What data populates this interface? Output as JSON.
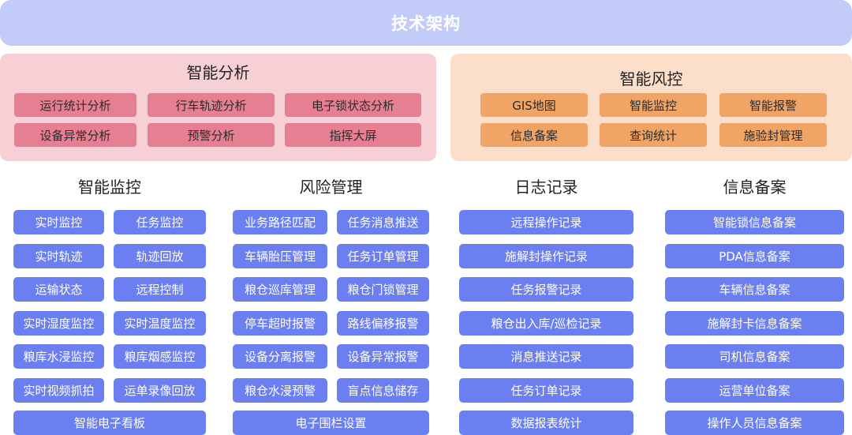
{
  "header": {
    "title": "技术架构"
  },
  "colors": {
    "banner": "#c3ccf8",
    "pink_panel": "#f7d0d5",
    "pink_chip": "#e67f92",
    "orange_panel": "#fbdfcb",
    "orange_chip": "#f0a466",
    "blue_chip": "#6b7ff0"
  },
  "analysis": {
    "title": "智能分析",
    "items": [
      "运行统计分析",
      "行车轨迹分析",
      "电子锁状态分析",
      "设备异常分析",
      "预警分析",
      "指挥大屏"
    ]
  },
  "risk_control": {
    "title": "智能风控",
    "items": [
      "GIS地图",
      "智能监控",
      "智能报警",
      "信息备案",
      "查询统计",
      "施验封管理"
    ]
  },
  "monitoring": {
    "title": "智能监控",
    "items": [
      "实时监控",
      "任务监控",
      "实时轨迹",
      "轨迹回放",
      "运输状态",
      "远程控制",
      "实时湿度监控",
      "实时温度监控",
      "粮库水浸监控",
      "粮库烟感监控",
      "实时视频抓拍",
      "运单录像回放"
    ],
    "wide": "智能电子看板"
  },
  "risk_management": {
    "title": "风险管理",
    "items": [
      "业务路径匹配",
      "任务消息推送",
      "车辆胎压管理",
      "任务订单管理",
      "粮仓巡库管理",
      "粮仓门锁管理",
      "停车超时报警",
      "路线偏移报警",
      "设备分离报警",
      "设备异常报警",
      "粮仓水浸预警",
      "盲点信息储存"
    ],
    "wide": "电子围栏设置"
  },
  "logs": {
    "title": "日志记录",
    "items": [
      "远程操作记录",
      "施解封操作记录",
      "任务报警记录",
      "粮仓出入库/巡检记录",
      "消息推送记录",
      "任务订单记录",
      "数据报表统计"
    ]
  },
  "records": {
    "title": "信息备案",
    "items": [
      "智能锁信息备案",
      "PDA信息备案",
      "车辆信息备案",
      "施解封卡信息备案",
      "司机信息备案",
      "运营单位备案",
      "操作人员信息备案"
    ]
  }
}
